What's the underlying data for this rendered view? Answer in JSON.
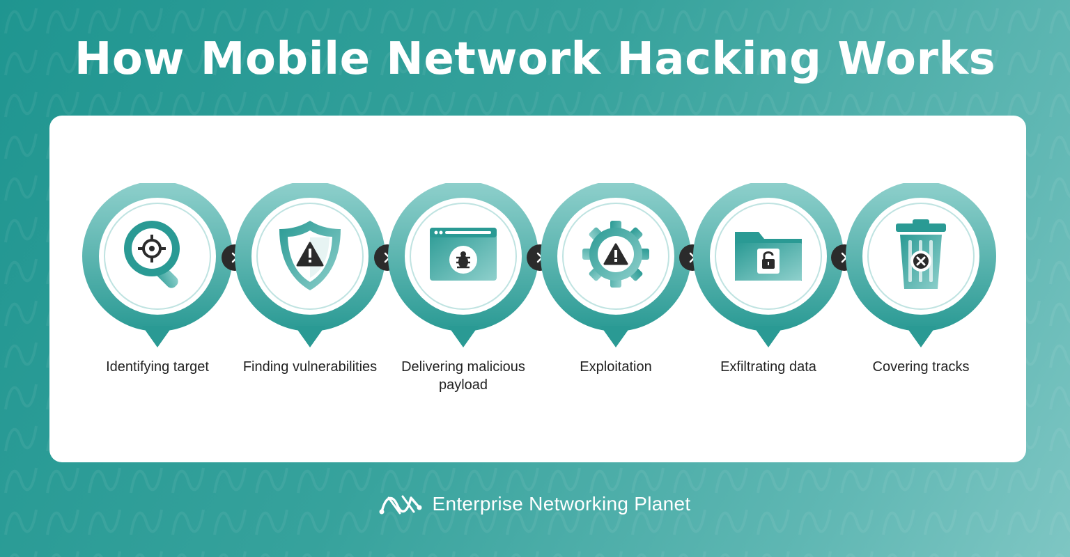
{
  "title": "How Mobile Network Hacking Works",
  "steps": [
    {
      "label": "Identifying target",
      "icon": "magnifier-target-icon"
    },
    {
      "label": "Finding vulnerabilities",
      "icon": "shield-warning-icon"
    },
    {
      "label": "Delivering malicious payload",
      "icon": "browser-bug-icon"
    },
    {
      "label": "Exploitation",
      "icon": "gear-warning-icon"
    },
    {
      "label": "Exfiltrating data",
      "icon": "folder-lock-icon"
    },
    {
      "label": "Covering tracks",
      "icon": "trash-delete-icon"
    }
  ],
  "footer": {
    "brand": "Enterprise Networking Planet",
    "icon": "enp-logo-icon"
  },
  "colors": {
    "teal_dark": "#1f9590",
    "teal": "#3aa59f",
    "teal_light": "#8fd0cc",
    "icon_dark": "#2b2b2b",
    "white": "#ffffff"
  }
}
